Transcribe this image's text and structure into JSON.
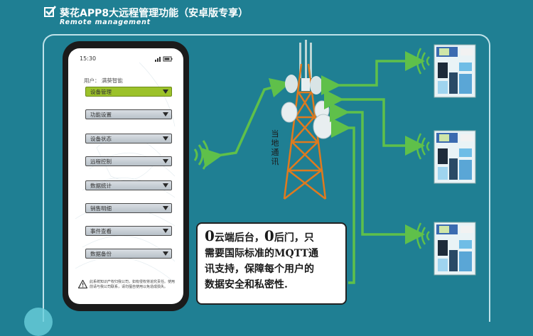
{
  "header": {
    "title": "葵花APP8大远程管理功能（安卓版专享）",
    "subtitle": "Remote management"
  },
  "phone": {
    "time": "15:30",
    "user": "用户：  满葵智能",
    "menu": [
      {
        "label": "设备管理",
        "active": true
      },
      {
        "label": "功能设置",
        "active": false
      },
      {
        "label": "设备状态",
        "active": false
      },
      {
        "label": "远程控制",
        "active": false
      },
      {
        "label": "数据统计",
        "active": false
      },
      {
        "label": "销售明细",
        "active": false
      },
      {
        "label": "事件查看",
        "active": false
      },
      {
        "label": "数据备份",
        "active": false
      }
    ],
    "notice": "此系统知识产权归我公司，如有侵权将追究责任。使用前请与我公司联系，请勿擅自使用以免造成损失。"
  },
  "tower": {
    "label": "当地通讯"
  },
  "info": {
    "zero1": "0",
    "part1": "云端后台，",
    "zero2": "0",
    "part2": "后门，只",
    "line2": "需要国际标准的MQTT通",
    "line3": "讯支持，保障每个用户的",
    "line4": "数据安全和私密性."
  },
  "colors": {
    "background": "#1f7f93",
    "arrow": "#5fc04a",
    "menu_active": "#9cc22a",
    "tower": "#e07a1e"
  },
  "icons": [
    "checkbox-icon",
    "wifi-icon",
    "warning-icon",
    "cell-tower-icon",
    "kiosk-icon"
  ]
}
